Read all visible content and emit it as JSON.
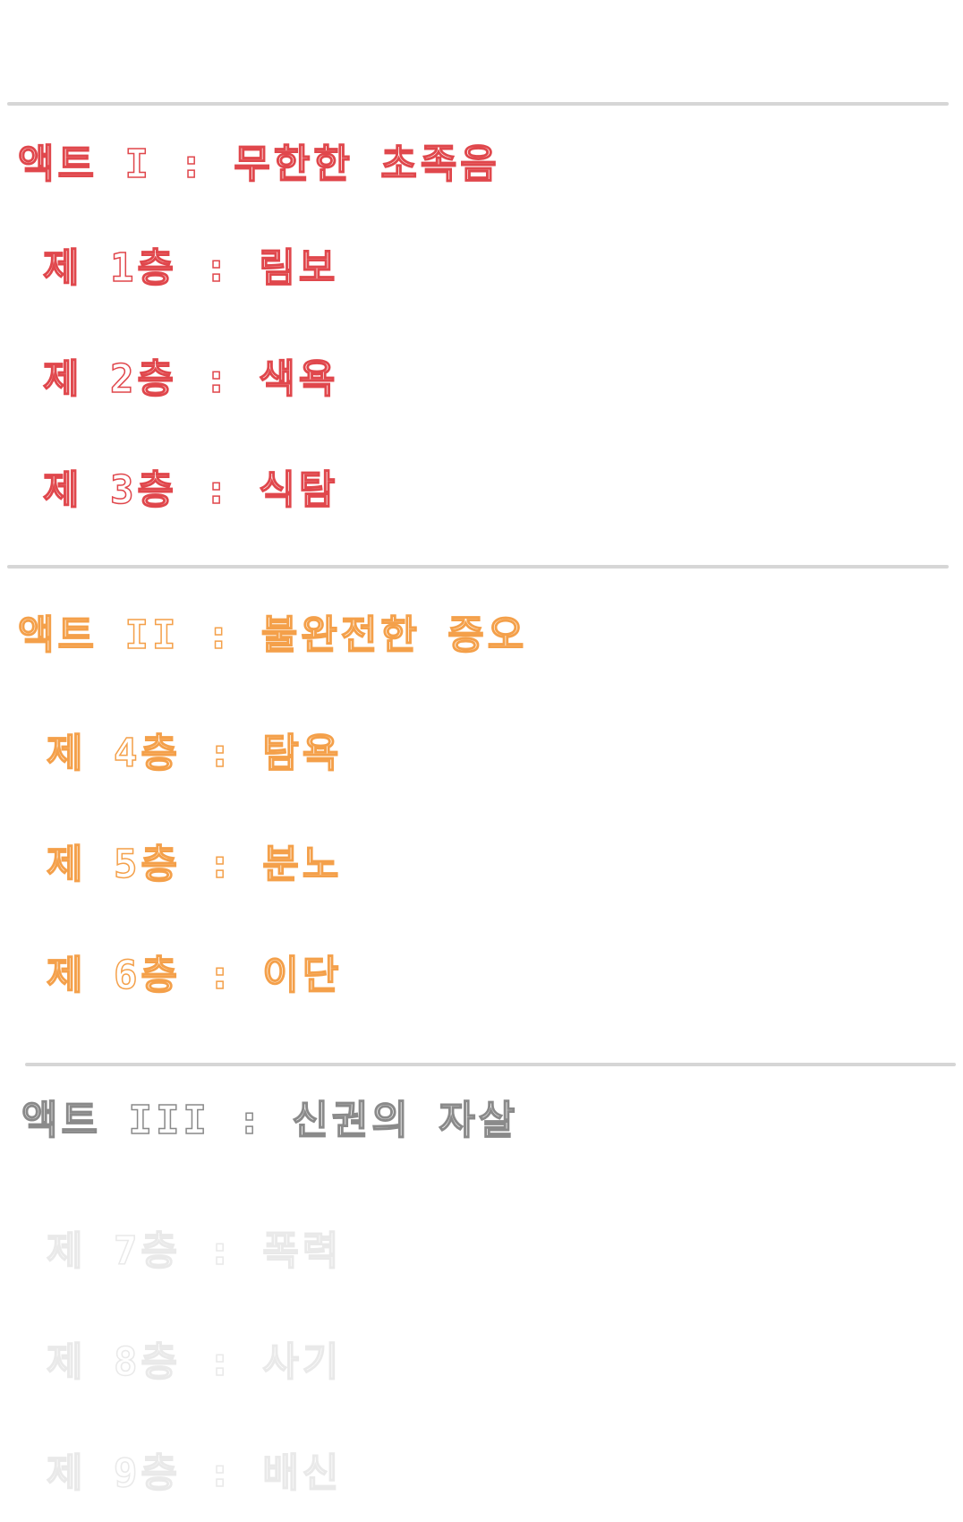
{
  "colors": {
    "act1": "#e0474c",
    "act2": "#f4a04a",
    "act3": "#8a8a8a",
    "act3_floors": "#e9e9e9",
    "divider": "#d6d6d6"
  },
  "acts": [
    {
      "title": "액트 I : 무한한 초족음",
      "floors": [
        "제 1층 : 림보",
        "제 2층 : 색욕",
        "제 3층 : 식탐"
      ]
    },
    {
      "title": "액트 II : 불완전한 증오",
      "floors": [
        "제 4층 : 탐욕",
        "제 5층 : 분노",
        "제 6층 : 이단"
      ]
    },
    {
      "title": "액트 III : 신권의 자살",
      "floors": [
        "제 7층 : 폭력",
        "제 8층 : 사기",
        "제 9층 : 배신"
      ]
    }
  ]
}
